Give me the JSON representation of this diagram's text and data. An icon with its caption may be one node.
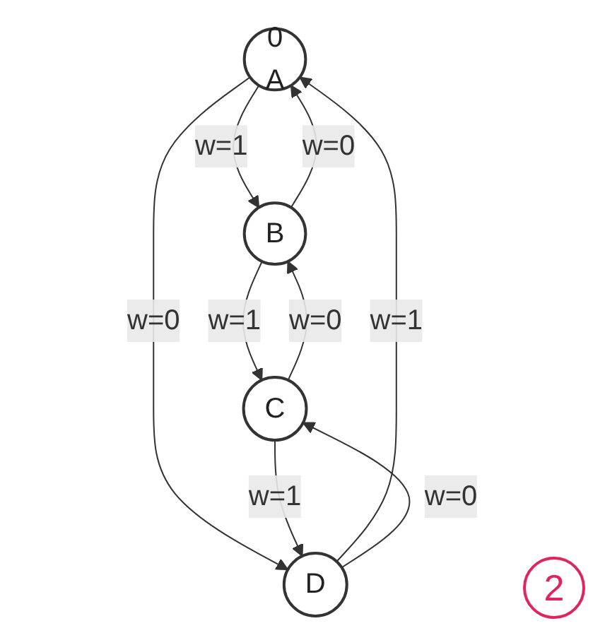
{
  "diagram": {
    "nodes": [
      {
        "text": [
          "0",
          "A"
        ]
      },
      {
        "text": [
          "B"
        ]
      },
      {
        "text": [
          "C"
        ]
      },
      {
        "text": [
          "D"
        ]
      }
    ],
    "edges": [
      {
        "from": 0,
        "to": 1,
        "arrow": "to",
        "label": "w=1"
      },
      {
        "from": 1,
        "to": 0,
        "arrow": "to",
        "label": "w=0"
      },
      {
        "from": 0,
        "to": 3,
        "arrow": "to",
        "label": "w=0"
      },
      {
        "from": 3,
        "to": 0,
        "arrow": "to",
        "label": "w=1"
      },
      {
        "from": 1,
        "to": 2,
        "arrow": "to",
        "label": "w=1"
      },
      {
        "from": 2,
        "to": 1,
        "arrow": "to",
        "label": "w=0"
      },
      {
        "from": 3,
        "to": 2,
        "arrow": "to",
        "label": "w=0"
      },
      {
        "from": 2,
        "to": 3,
        "arrow": "to",
        "label": "w=1"
      }
    ],
    "labels": [
      "2"
    ]
  }
}
